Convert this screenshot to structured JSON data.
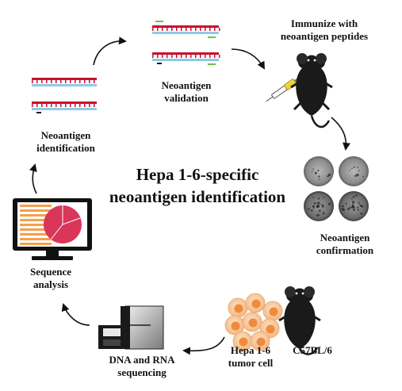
{
  "diagram": {
    "title_line1": "Hepa 1-6-specific",
    "title_line2": "neoantigen identification",
    "steps": {
      "identification": {
        "line1": "Neoantigen",
        "line2": "identification"
      },
      "validation": {
        "line1": "Neoantigen",
        "line2": "validation"
      },
      "immunize": {
        "line1": "Immunize with",
        "line2": "neoantigen peptides"
      },
      "confirmation": {
        "line1": "Neoantigen",
        "line2": "confirmation"
      },
      "tumor": {
        "line1": "Hepa 1-6",
        "line2": "tumor cell"
      },
      "mouse_strain": "C57BL/6",
      "sequencing": {
        "line1": "DNA and RNA",
        "line2": "sequencing"
      },
      "analysis": {
        "line1": "Sequence",
        "line2": "analysis"
      }
    },
    "colors": {
      "peptide_red": "#c8102e",
      "strand_blue": "#8ec9e8",
      "marker_green": "#6abf4b",
      "chart_pink": "#d9365a",
      "stripe_orange": "#f5a04a",
      "cell_orange": "#f08a3c",
      "mouse_black": "#1a1a1a",
      "syringe_yellow": "#f2d43a",
      "arrow": "#111111"
    },
    "icons": [
      "peptide-strand-icon",
      "mouse-icon",
      "syringe-icon",
      "elispot-well-icon",
      "tumor-cells-icon",
      "sequencer-icon",
      "monitor-pie-chart-icon"
    ]
  }
}
